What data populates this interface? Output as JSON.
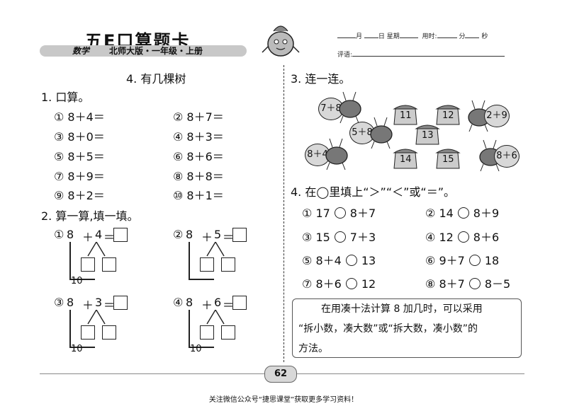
{
  "header": {
    "title": "五E口算题卡",
    "subject": "数学",
    "edition": "北师大版・一年级・上册",
    "date_month": "月",
    "date_day": "日",
    "weekday": "星期",
    "time_label": "用时:",
    "min_label": "分",
    "sec_label": "秒",
    "review_label": "评语:"
  },
  "lesson": {
    "title": "4. 有几棵树"
  },
  "q1": {
    "title": "1. 口算。",
    "items": [
      "① 8＋4＝",
      "② 8＋7＝",
      "③ 8＋0＝",
      "④ 8＋3＝",
      "⑤ 8＋5＝",
      "⑥ 8＋6＝",
      "⑦ 8＋9＝",
      "⑧ 8＋8＝",
      "⑨ 8＋2＝",
      "⑩ 8＋1＝"
    ]
  },
  "q2": {
    "title": "2. 算一算,填一填。",
    "items": [
      {
        "num": "①",
        "a": "8",
        "op": "＋",
        "b": "4",
        "eq": "＝",
        "ten": "10"
      },
      {
        "num": "②",
        "a": "8",
        "op": "＋",
        "b": "5",
        "eq": "＝",
        "ten": ""
      },
      {
        "num": "③",
        "a": "8",
        "op": "＋",
        "b": "3",
        "eq": "＝",
        "ten": "10"
      },
      {
        "num": "④",
        "a": "8",
        "op": "＋",
        "b": "6",
        "eq": "＝",
        "ten": "10"
      }
    ]
  },
  "q3": {
    "title": "3. 连一连。",
    "bees": [
      "7＋8",
      "5＋8",
      "8＋4",
      "2＋9",
      "8＋6"
    ],
    "houses": [
      "11",
      "12",
      "13",
      "14",
      "15"
    ]
  },
  "q4": {
    "title": "4. 在◯里填上“＞”“＜”或“＝”。",
    "items": [
      {
        "num": "①",
        "l": "17",
        "r": "8＋7"
      },
      {
        "num": "②",
        "l": "14",
        "r": "8＋9"
      },
      {
        "num": "③",
        "l": "15",
        "r": "7＋3"
      },
      {
        "num": "④",
        "l": "12",
        "r": "8＋6"
      },
      {
        "num": "⑤",
        "l": "8＋4",
        "r": "13"
      },
      {
        "num": "⑥",
        "l": "9＋7",
        "r": "18"
      },
      {
        "num": "⑦",
        "l": "8＋6",
        "r": "12"
      },
      {
        "num": "⑧",
        "l": "8＋7",
        "r": "8－5"
      }
    ]
  },
  "tip": {
    "line1": "在用凑十法计算 8 加几时，可以采用",
    "line2": "“拆小数，凑大数”或“拆大数，凑小数”的",
    "line3": "方法。"
  },
  "page_number": "62",
  "footer": "关注微信公众号“捷思课堂”获取更多学习资料！"
}
